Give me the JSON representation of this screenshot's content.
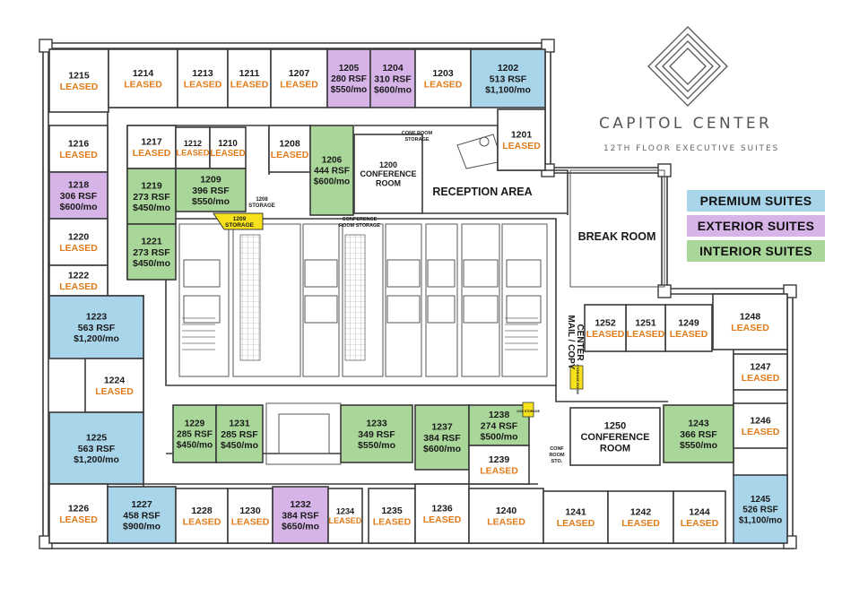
{
  "colors": {
    "premium": "#a9d5ea",
    "exterior": "#d6b4e8",
    "interior": "#a9d79a",
    "storage": "#f6e11a",
    "leased_text": "#e07b1a",
    "wall": "#3a3a3a"
  },
  "brand": {
    "name": "CAPITOL CENTER",
    "subtitle": "12TH FLOOR EXECUTIVE SUITES"
  },
  "legend": [
    {
      "label": "PREMIUM  SUITES",
      "type": "premium"
    },
    {
      "label": "EXTERIOR SUITES",
      "type": "exterior"
    },
    {
      "label": "INTERIOR  SUITES",
      "type": "interior"
    }
  ],
  "suites": [
    {
      "id": "1215",
      "status": "LEASED",
      "type": "leased"
    },
    {
      "id": "1214",
      "status": "LEASED",
      "type": "leased"
    },
    {
      "id": "1213",
      "status": "LEASED",
      "type": "leased"
    },
    {
      "id": "1211",
      "status": "LEASED",
      "type": "leased"
    },
    {
      "id": "1207",
      "status": "LEASED",
      "type": "leased"
    },
    {
      "id": "1205",
      "size": "280 RSF",
      "price": "$550/mo",
      "type": "exterior"
    },
    {
      "id": "1204",
      "size": "310 RSF",
      "price": "$600/mo",
      "type": "exterior"
    },
    {
      "id": "1203",
      "status": "LEASED",
      "type": "leased"
    },
    {
      "id": "1202",
      "size": "513 RSF",
      "price": "$1,100/mo",
      "type": "premium"
    },
    {
      "id": "1201",
      "status": "LEASED",
      "type": "leased"
    },
    {
      "id": "1216",
      "status": "LEASED",
      "type": "leased"
    },
    {
      "id": "1217",
      "status": "LEASED",
      "type": "leased"
    },
    {
      "id": "1212",
      "status": "LEASED",
      "type": "leased"
    },
    {
      "id": "1210",
      "status": "LEASED",
      "type": "leased"
    },
    {
      "id": "1208",
      "status": "LEASED",
      "type": "leased"
    },
    {
      "id": "1206",
      "size": "444 RSF",
      "price": "$600/mo",
      "type": "interior"
    },
    {
      "id": "1218",
      "size": "306 RSF",
      "price": "$600/mo",
      "type": "exterior"
    },
    {
      "id": "1219",
      "size": "273 RSF",
      "price": "$450/mo",
      "type": "interior"
    },
    {
      "id": "1209",
      "size": "396 RSF",
      "price": "$550/mo",
      "type": "interior"
    },
    {
      "id": "1220",
      "status": "LEASED",
      "type": "leased"
    },
    {
      "id": "1221",
      "size": "273 RSF",
      "price": "$450/mo",
      "type": "interior"
    },
    {
      "id": "1222",
      "status": "LEASED",
      "type": "leased"
    },
    {
      "id": "1223",
      "size": "563 RSF",
      "price": "$1,200/mo",
      "type": "premium"
    },
    {
      "id": "1224",
      "status": "LEASED",
      "type": "leased"
    },
    {
      "id": "1225",
      "size": "563 RSF",
      "price": "$1,200/mo",
      "type": "premium"
    },
    {
      "id": "1226",
      "status": "LEASED",
      "type": "leased"
    },
    {
      "id": "1227",
      "size": "458 RSF",
      "price": "$900/mo",
      "type": "premium"
    },
    {
      "id": "1228",
      "status": "LEASED",
      "type": "leased"
    },
    {
      "id": "1229",
      "size": "285 RSF",
      "price": "$450/mo",
      "type": "interior"
    },
    {
      "id": "1230",
      "status": "LEASED",
      "type": "leased"
    },
    {
      "id": "1231",
      "size": "285 RSF",
      "price": "$450/mo",
      "type": "interior"
    },
    {
      "id": "1232",
      "size": "384 RSF",
      "price": "$650/mo",
      "type": "exterior"
    },
    {
      "id": "1233",
      "size": "349 RSF",
      "price": "$550/mo",
      "type": "interior"
    },
    {
      "id": "1234",
      "status": "LEASED",
      "type": "leased"
    },
    {
      "id": "1235",
      "status": "LEASED",
      "type": "leased"
    },
    {
      "id": "1236",
      "status": "LEASED",
      "type": "leased"
    },
    {
      "id": "1237",
      "size": "384 RSF",
      "price": "$600/mo",
      "type": "interior"
    },
    {
      "id": "1238",
      "size": "274 RSF",
      "price": "$500/mo",
      "type": "interior"
    },
    {
      "id": "1239",
      "status": "LEASED",
      "type": "leased"
    },
    {
      "id": "1240",
      "status": "LEASED",
      "type": "leased"
    },
    {
      "id": "1241",
      "status": "LEASED",
      "type": "leased"
    },
    {
      "id": "1242",
      "status": "LEASED",
      "type": "leased"
    },
    {
      "id": "1243",
      "size": "366 RSF",
      "price": "$550/mo",
      "type": "interior"
    },
    {
      "id": "1244",
      "status": "LEASED",
      "type": "leased"
    },
    {
      "id": "1245",
      "size": "526 RSF",
      "price": "$1,100/mo",
      "type": "premium"
    },
    {
      "id": "1246",
      "status": "LEASED",
      "type": "leased"
    },
    {
      "id": "1247",
      "status": "LEASED",
      "type": "leased"
    },
    {
      "id": "1248",
      "status": "LEASED",
      "type": "leased"
    },
    {
      "id": "1249",
      "status": "LEASED",
      "type": "leased"
    },
    {
      "id": "1251",
      "status": "LEASED",
      "type": "leased"
    },
    {
      "id": "1252",
      "status": "LEASED",
      "type": "leased"
    }
  ],
  "rooms": [
    {
      "id": "1200",
      "line1": "1200",
      "line2": "CONFERENCE",
      "line3": "ROOM"
    },
    {
      "id": "1250",
      "line1": "1250",
      "line2": "CONFERENCE",
      "line3": "ROOM"
    }
  ],
  "labels": {
    "reception": "RECEPTION AREA",
    "break_room": "BREAK ROOM",
    "mail_copy_1": "MAIL / COPY",
    "mail_copy_2": "CENTER",
    "storage_1209_a": "1209",
    "storage_1209_b": "STORAGE",
    "storage_1208_a": "1208",
    "storage_1208_b": "STORAGE",
    "conf_storage_top_a": "CONF ROOM",
    "conf_storage_top_b": "STORAGE",
    "conf_storage_core_a": "CONFERENCE",
    "conf_storage_core_b": "ROOM STORAGE",
    "conf_sto_a": "CONF",
    "conf_sto_b": "ROOM",
    "conf_sto_c": "STO.",
    "storage_1238": "1238 STORAGE",
    "storage_room": "STORAGE ROOM"
  }
}
